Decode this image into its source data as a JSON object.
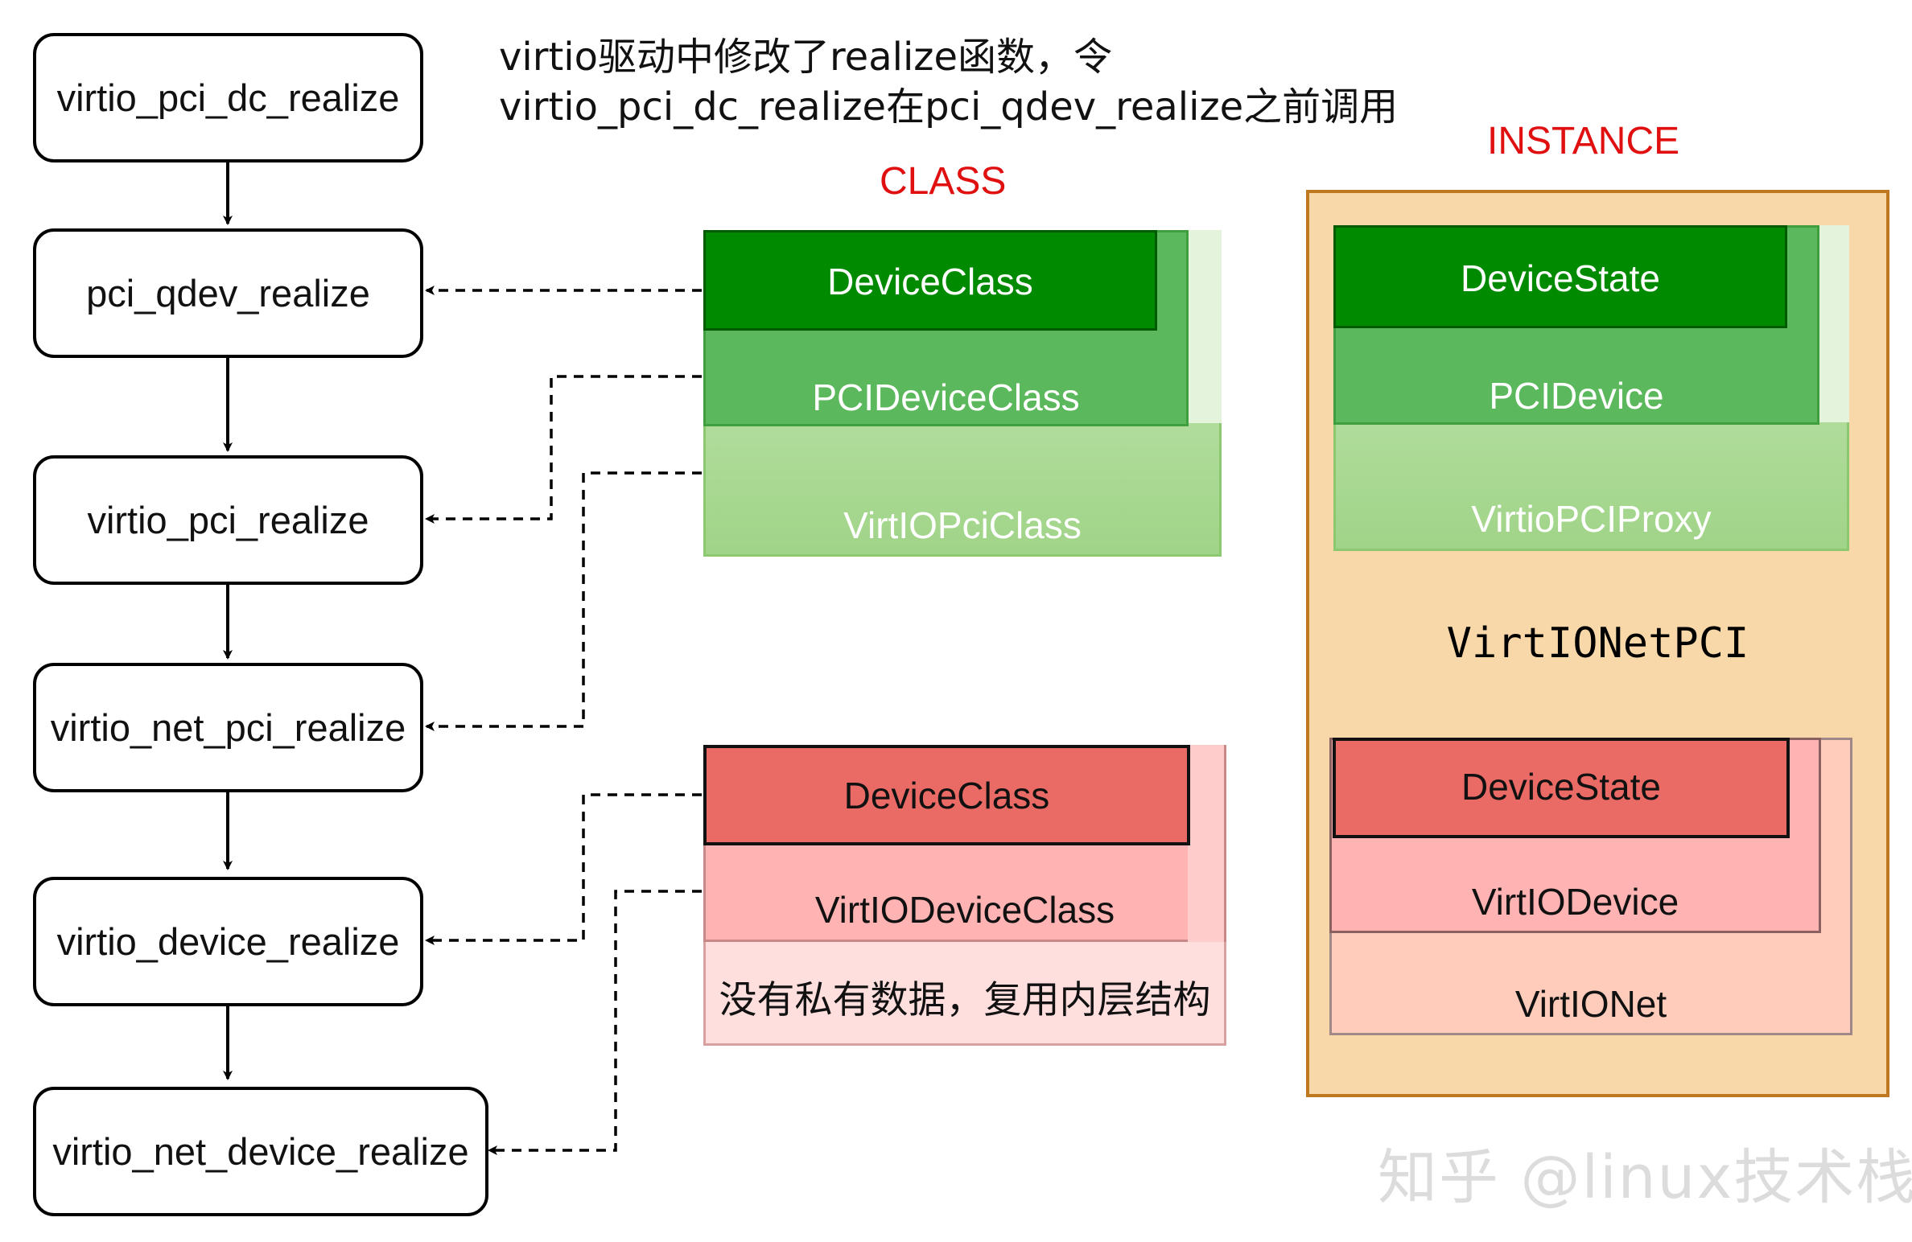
{
  "functions": [
    "virtio_pci_dc_realize",
    "pci_qdev_realize",
    "virtio_pci_realize",
    "virtio_net_pci_realize",
    "virtio_device_realize",
    "virtio_net_device_realize"
  ],
  "note": {
    "line1": "virtio驱动中修改了realize函数，令",
    "line2": "virtio_pci_dc_realize在pci_qdev_realize之前调用"
  },
  "class_title": "CLASS",
  "instance_title": "INSTANCE",
  "green_class": [
    "DeviceClass",
    "PCIDeviceClass",
    "VirtIOPciClass"
  ],
  "green_instance": [
    "DeviceState",
    "PCIDevice",
    "VirtioPCIProxy"
  ],
  "instance_name": "VirtIONetPCI",
  "red_class": [
    "DeviceClass",
    "VirtIODeviceClass",
    "没有私有数据，复用内层结构"
  ],
  "red_instance": [
    "DeviceState",
    "VirtIODevice",
    "VirtIONet"
  ],
  "watermark": "知乎 @linux技术栈",
  "colors": {
    "dark_green": "#008a00",
    "mid_green": "#5cb85c",
    "light_green": "#a8d890",
    "instance_bg": "#f8d8a8",
    "instance_border": "#c07820",
    "red_dark": "#ea6b66",
    "red_mid": "#ffb3b3",
    "red_light": "#ffdede",
    "title_red": "#e01010"
  }
}
